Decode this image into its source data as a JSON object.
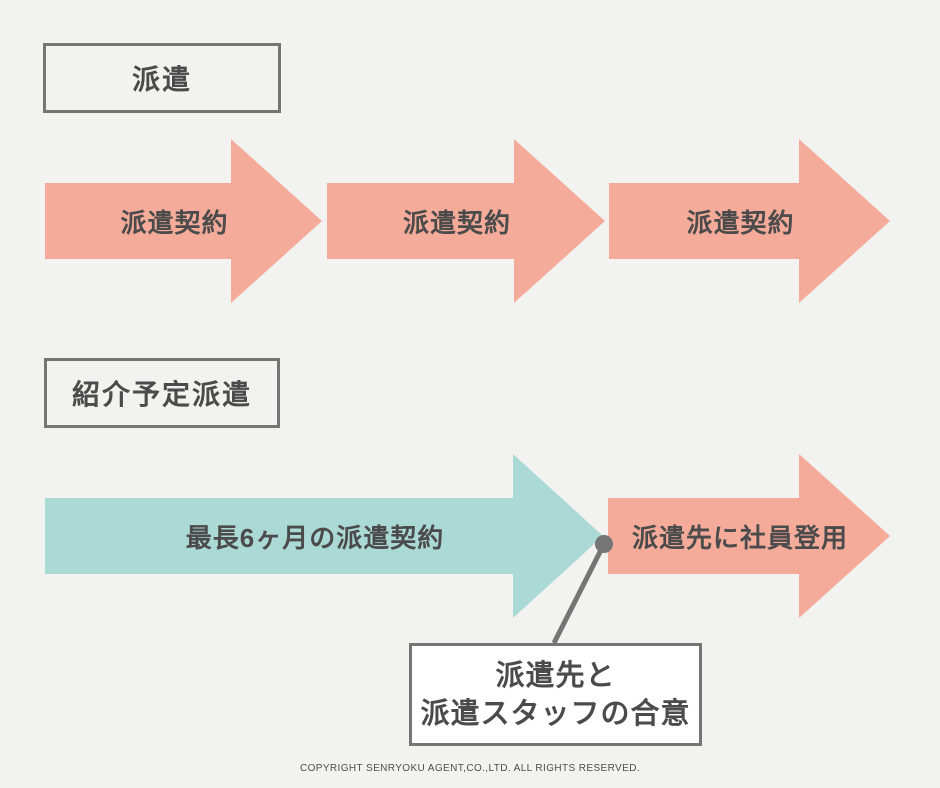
{
  "colors": {
    "background": "#F2F2F0",
    "salmon": "#F5AB9A",
    "teal": "#ABDAD6",
    "outline_gray": "#757575",
    "text_dark": "#4B4B4B",
    "callout_bg": "#FFFFFF"
  },
  "sections": {
    "haken": {
      "title": "派遣",
      "arrows": [
        {
          "label": "派遣契約",
          "color": "salmon"
        },
        {
          "label": "派遣契約",
          "color": "salmon"
        },
        {
          "label": "派遣契約",
          "color": "salmon"
        }
      ]
    },
    "shoukai": {
      "title": "紹介予定派遣",
      "arrows": [
        {
          "label": "最長6ヶ月の派遣契約",
          "color": "teal"
        },
        {
          "label": "派遣先に社員登用",
          "color": "salmon"
        }
      ],
      "callout": {
        "line1": "派遣先と",
        "line2": "派遣スタッフの合意"
      }
    }
  },
  "footer": {
    "copyright": "COPYRIGHT SENRYOKU AGENT,CO.,LTD. ALL RIGHTS RESERVED."
  }
}
